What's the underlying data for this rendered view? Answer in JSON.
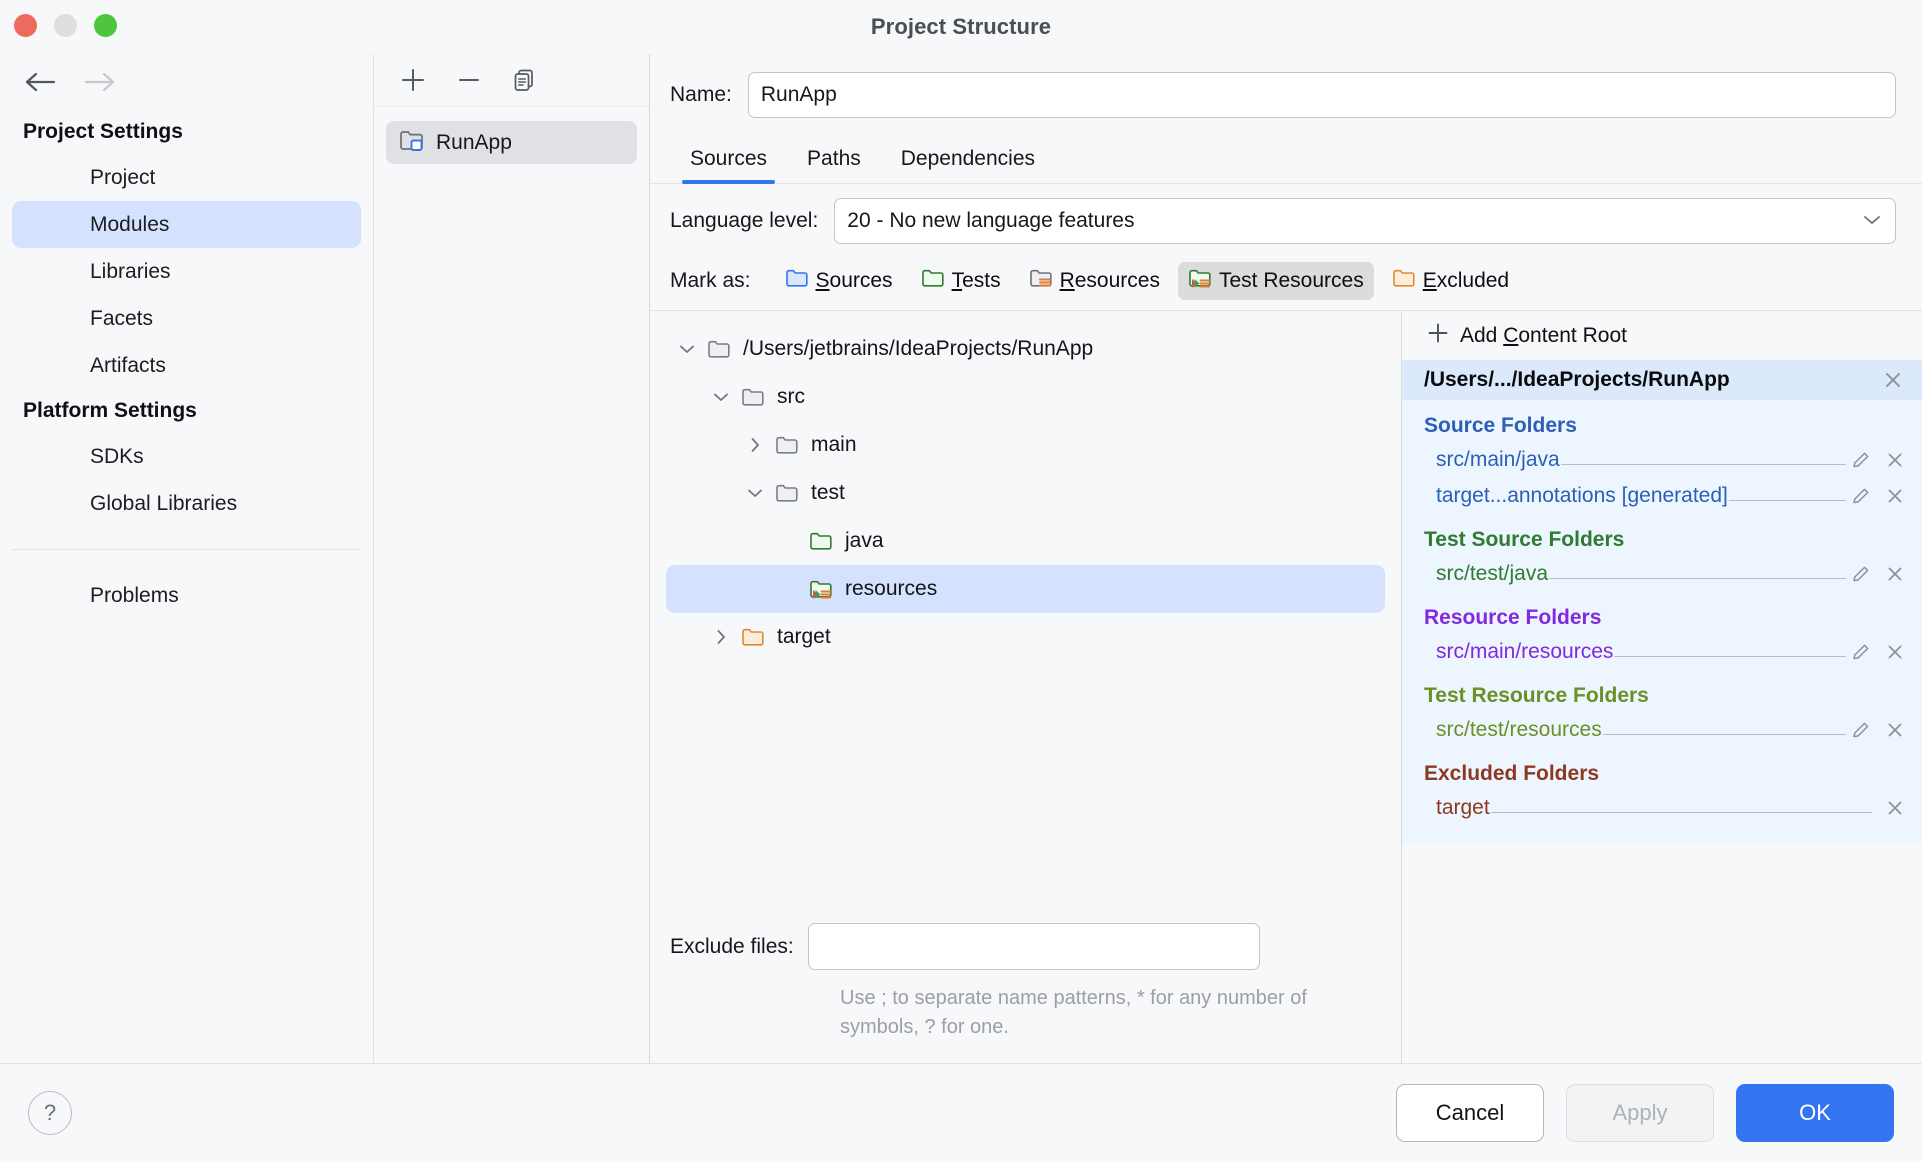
{
  "window": {
    "title": "Project Structure",
    "traffic_lights": [
      "close-button",
      "minimize-button",
      "maximize-button"
    ]
  },
  "nav": {
    "back_icon": "arrow-left-icon",
    "forward_icon": "arrow-right-icon",
    "groups": [
      {
        "title": "Project Settings",
        "items": [
          {
            "label": "Project",
            "selected": false
          },
          {
            "label": "Modules",
            "selected": true
          },
          {
            "label": "Libraries",
            "selected": false
          },
          {
            "label": "Facets",
            "selected": false
          },
          {
            "label": "Artifacts",
            "selected": false
          }
        ]
      },
      {
        "title": "Platform Settings",
        "items": [
          {
            "label": "SDKs",
            "selected": false
          },
          {
            "label": "Global Libraries",
            "selected": false
          }
        ]
      }
    ],
    "extra_item": "Problems"
  },
  "module_panel": {
    "toolbar": [
      {
        "icon": "plus-icon",
        "title": "Add"
      },
      {
        "icon": "minus-icon",
        "title": "Remove"
      },
      {
        "icon": "copy-icon",
        "title": "Copy"
      }
    ],
    "modules": [
      {
        "label": "RunApp",
        "icon": "module-folder-icon",
        "selected": true
      }
    ]
  },
  "detail": {
    "name_label": "Name:",
    "name_value": "RunApp",
    "tabs": [
      {
        "label": "Sources",
        "active": true
      },
      {
        "label": "Paths",
        "active": false
      },
      {
        "label": "Dependencies",
        "active": false
      }
    ],
    "language_level_label": "Language level:",
    "language_level_value": "20 - No new language features",
    "dropdown_icon": "chevron-down-icon",
    "mark_as_label": "Mark as:",
    "mark_as_buttons": [
      {
        "label": "Sources",
        "mnemonic": "S",
        "rest": "ources",
        "icon": "folder-sources-icon",
        "pressed": false
      },
      {
        "label": "Tests",
        "mnemonic": "T",
        "rest": "ests",
        "icon": "folder-tests-icon",
        "pressed": false
      },
      {
        "label": "Resources",
        "mnemonic": "R",
        "rest": "esources",
        "icon": "folder-resources-icon",
        "pressed": false
      },
      {
        "label": "Test Resources",
        "mnemonic": "",
        "rest": "Test Resources",
        "icon": "folder-test-resources-icon",
        "pressed": true
      },
      {
        "label": "Excluded",
        "mnemonic": "E",
        "rest": "xcluded",
        "icon": "folder-excluded-icon",
        "pressed": false
      }
    ],
    "tree": [
      {
        "label": "/Users/jetbrains/IdeaProjects/RunApp",
        "depth": 0,
        "twisty": "expanded",
        "icon": "folder-plain-icon",
        "selected": false
      },
      {
        "label": "src",
        "depth": 1,
        "twisty": "expanded",
        "icon": "folder-plain-icon",
        "selected": false
      },
      {
        "label": "main",
        "depth": 2,
        "twisty": "collapsed",
        "icon": "folder-plain-icon",
        "selected": false
      },
      {
        "label": "test",
        "depth": 2,
        "twisty": "expanded",
        "icon": "folder-plain-icon",
        "selected": false
      },
      {
        "label": "java",
        "depth": 3,
        "twisty": "none",
        "icon": "folder-tests-icon",
        "selected": false
      },
      {
        "label": "resources",
        "depth": 3,
        "twisty": "none",
        "icon": "folder-test-resources-icon",
        "selected": true
      },
      {
        "label": "target",
        "depth": 1,
        "twisty": "collapsed",
        "icon": "folder-excluded-icon",
        "selected": false
      }
    ],
    "exclude_label": "Exclude files:",
    "exclude_value": "",
    "exclude_placeholder": "",
    "hint": "Use ; to separate name patterns, * for any number of symbols, ? for one."
  },
  "content_roots": {
    "add_label": "Add Content Root",
    "add_mnemonic": "C",
    "add_icon": "plus-icon",
    "root_path": "/Users/.../IdeaProjects/RunApp",
    "remove_icon": "close-icon",
    "edit_icon": "pencil-icon",
    "groups": [
      {
        "title": "Source Folders",
        "color": "#2c5fb5",
        "rows": [
          {
            "path": "src/main/java",
            "editable": true,
            "removable": true
          },
          {
            "path": "target...annotations [generated]",
            "editable": true,
            "removable": true
          }
        ]
      },
      {
        "title": "Test Source Folders",
        "color": "#2f7b32",
        "rows": [
          {
            "path": "src/test/java",
            "editable": true,
            "removable": true
          }
        ]
      },
      {
        "title": "Resource Folders",
        "color": "#8229e0",
        "rows": [
          {
            "path": "src/main/resources",
            "editable": true,
            "removable": true
          }
        ]
      },
      {
        "title": "Test Resource Folders",
        "color": "#6e8e26",
        "rows": [
          {
            "path": "src/test/resources",
            "editable": true,
            "removable": true
          }
        ]
      },
      {
        "title": "Excluded Folders",
        "color": "#8b3a20",
        "rows": [
          {
            "path": "target",
            "editable": false,
            "removable": true
          }
        ]
      }
    ]
  },
  "footer": {
    "help_label": "?",
    "buttons": [
      {
        "label": "Cancel",
        "style": "default",
        "enabled": true
      },
      {
        "label": "Apply",
        "style": "disabled",
        "enabled": false
      },
      {
        "label": "OK",
        "style": "primary",
        "enabled": true
      }
    ]
  },
  "colors": {
    "accent": "#3574f0",
    "selection": "#d4e2ff",
    "window_bg": "#f7f8fa",
    "card_bg": "#edf5fe",
    "card_header_bg": "#dce9fb"
  }
}
